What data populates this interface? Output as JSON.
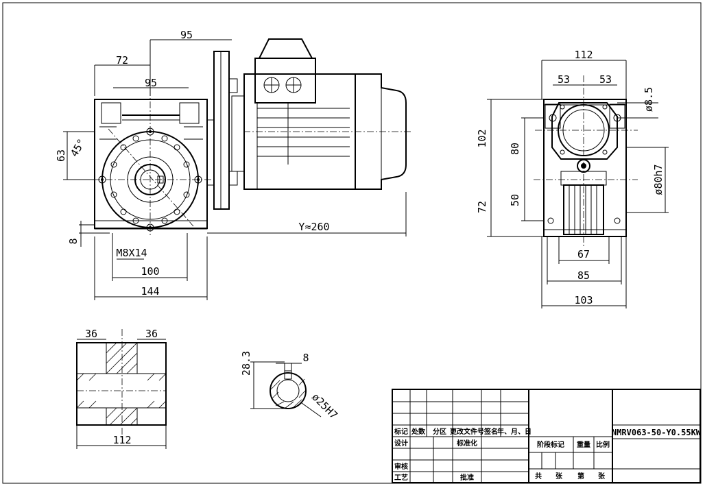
{
  "dims": {
    "front_95_top": "95",
    "front_72": "72",
    "front_95_inner": "95",
    "front_63": "63",
    "front_45deg": "45°",
    "front_8": "8",
    "front_m8x14": "M8X14",
    "front_100": "100",
    "front_144": "144",
    "y_260": "Y≈260",
    "side_112": "112",
    "side_53_left": "53",
    "side_53_right": "53",
    "side_d85": "ø8.5",
    "side_102": "102",
    "side_80": "80",
    "side_50": "50",
    "side_72": "72",
    "side_d80h7": "ø80h7",
    "side_67": "67",
    "side_85": "85",
    "side_103": "103",
    "flange_36_left": "36",
    "flange_36_right": "36",
    "flange_112": "112",
    "bore_283": "28.3",
    "bore_8": "8",
    "bore_d25h7": "ø25H7"
  },
  "title_block": {
    "h_mark": "标记",
    "h_count": "处数",
    "h_zone": "分区",
    "h_docno": "更改文件号",
    "h_sign": "签名",
    "h_date": "年、月、日",
    "design": "设计",
    "standardize": "标准化",
    "stage_mark": "阶段标记",
    "weight": "重量",
    "scale": "比例",
    "review": "审核",
    "process": "工艺",
    "approve": "批准",
    "total_sheets": "共　　张",
    "sheet_no": "第　　张",
    "model": "NMRV063-50-Y0.55KW"
  }
}
